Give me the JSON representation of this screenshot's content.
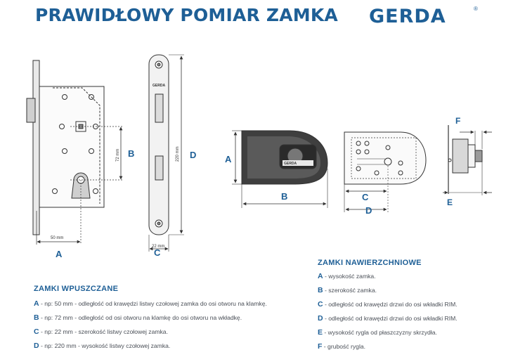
{
  "page": {
    "title": "PRAWIDŁOWY POMIAR ZAMKA",
    "logo_text": "GERDA",
    "logo_reg": "®"
  },
  "diagrams": {
    "mortise_faceplate_text": "GERDA",
    "cover_text": "GERDA",
    "labels": {
      "A_mortise": "A",
      "B_mortise": "B",
      "C_mortise": "C",
      "D_mortise": "D",
      "A_rim": "A",
      "B_rim": "B",
      "C_rim": "C",
      "D_rim": "D",
      "E_rim": "E",
      "F_rim": "F"
    },
    "dims": {
      "mortise_width": "50 mm",
      "mortise_spacing": "72 mm",
      "faceplate_height": "220 mm",
      "faceplate_width": "22 mm"
    }
  },
  "sections": {
    "mortise": {
      "heading": "ZAMKI WPUSZCZANE",
      "items": [
        {
          "key": "A",
          "text": " - np: 50 mm - odległość od krawędzi listwy czołowej zamka do osi otworu na klamkę."
        },
        {
          "key": "B",
          "text": " - np: 72 mm - odległość od osi otworu na klamkę do osi otworu na wkładkę."
        },
        {
          "key": "C",
          "text": " - np: 22 mm - szerokość listwy czołowej zamka."
        },
        {
          "key": "D",
          "text": " - np: 220 mm - wysokość listwy czołowej zamka."
        }
      ]
    },
    "rim": {
      "heading": "ZAMKI NAWIERZCHNIOWE",
      "items": [
        {
          "key": "A",
          "text": " - wysokość zamka."
        },
        {
          "key": "B",
          "text": " - szerokość zamka."
        },
        {
          "key": "C",
          "text": " - odległość od krawędzi drzwi do osi wkładki RIM."
        },
        {
          "key": "D",
          "text": " - odległość od krawędzi drzwi do osi wkładki RIM."
        },
        {
          "key": "E",
          "text": " - wysokość rygla od płaszczyzny skrzydła."
        },
        {
          "key": "F",
          "text": " - grubość rygla."
        }
      ]
    }
  },
  "colors": {
    "brand_blue": "#1e5f96",
    "line_dark": "#333333",
    "text_grey": "#4a4f57"
  }
}
